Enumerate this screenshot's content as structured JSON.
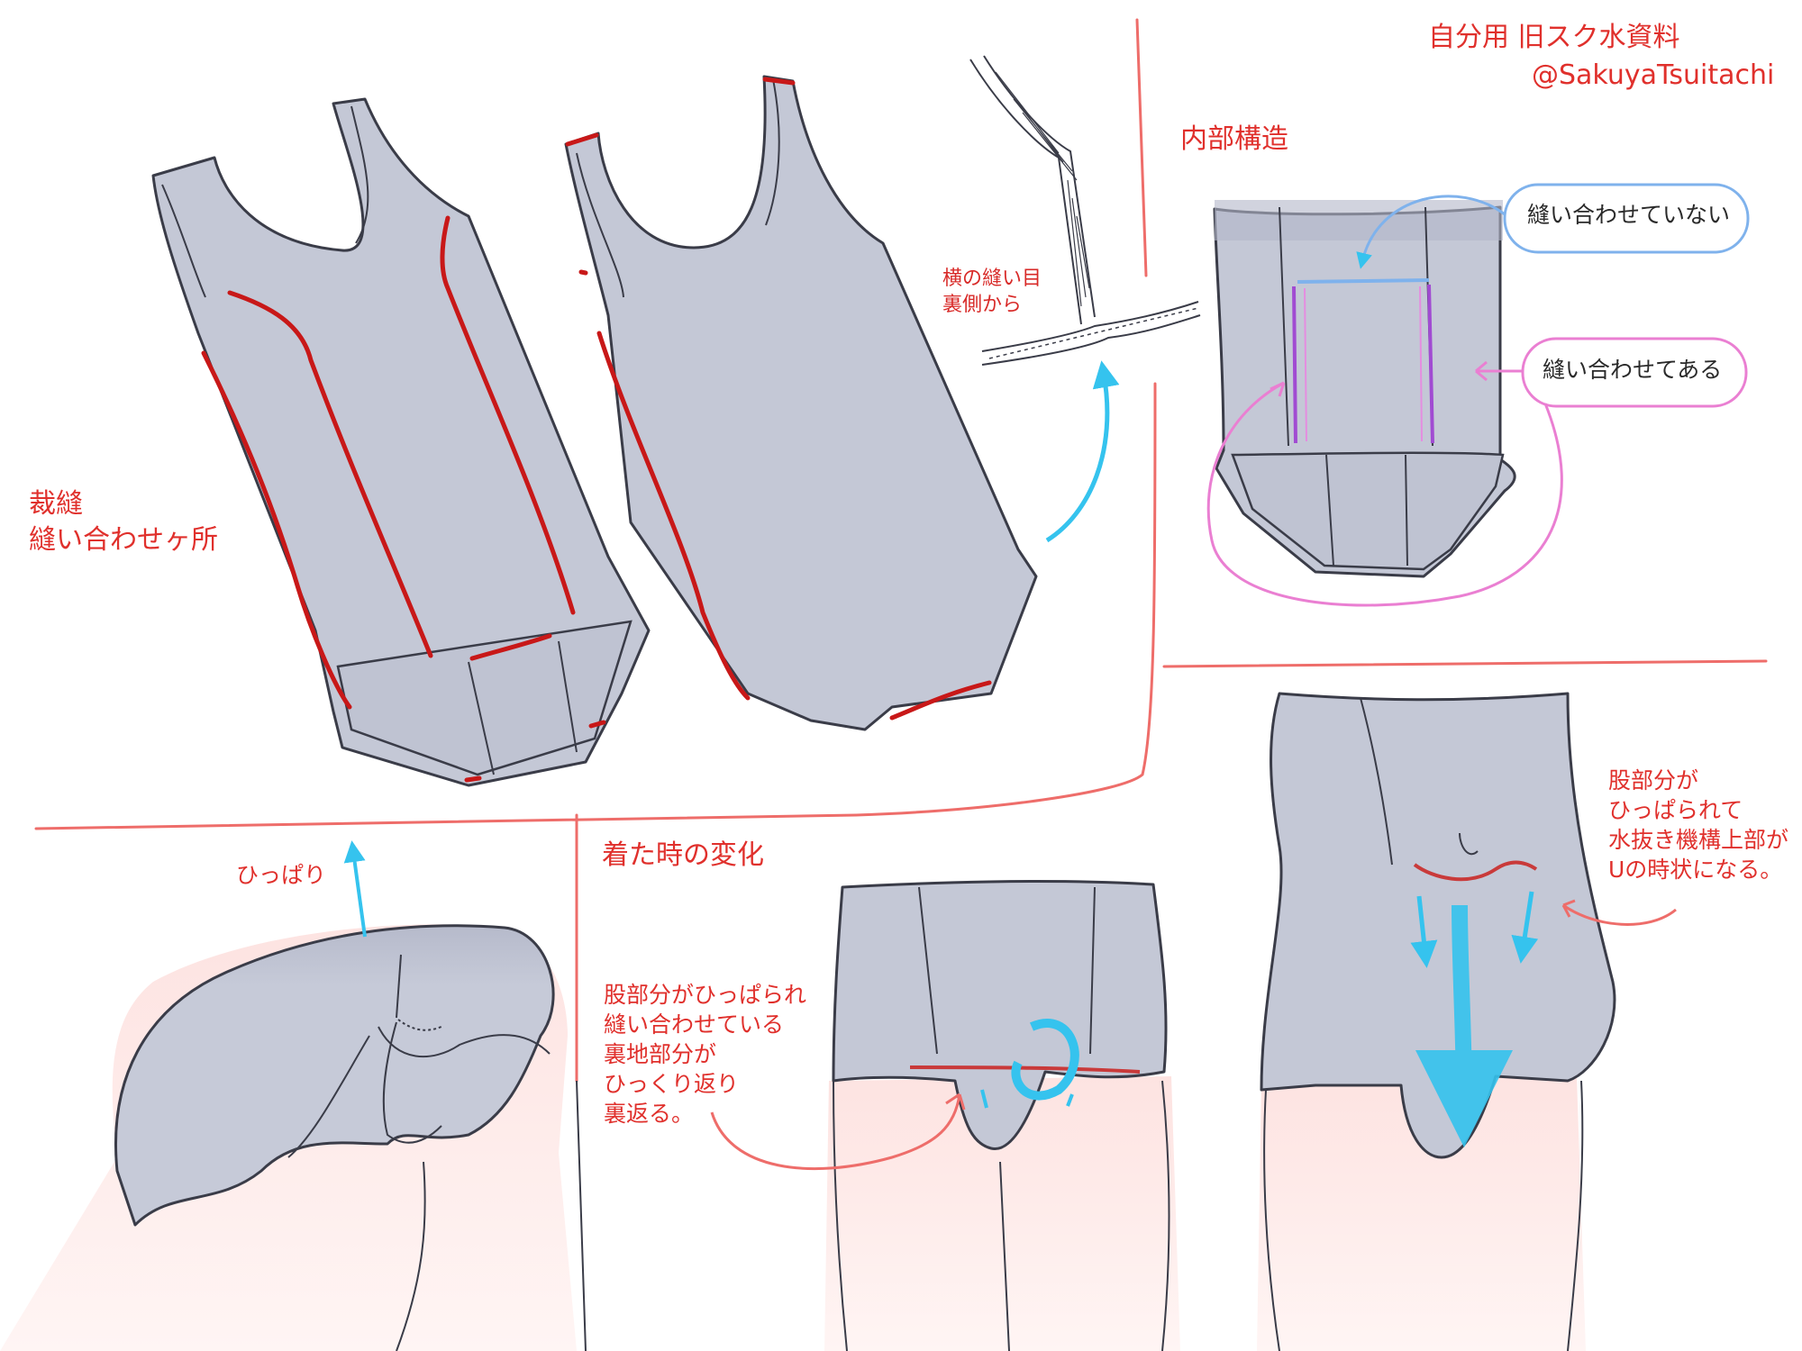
{
  "title": "自分用 旧スク水資料",
  "credit": "@SakuyaTsuitachi",
  "sections": {
    "seams": "裁縫\n縫い合わせヶ所",
    "side_seam": "横の縫い目\n裏側から",
    "internal": "内部構造",
    "not_sewn": "縫い合わせていない",
    "sewn": "縫い合わせてある",
    "pull": "ひっぱり",
    "worn_change": "着た時の変化",
    "crotch_flip": "股部分がひっぱられ\n縫い合わせている\n裏地部分が\nひっくり返り\n裏返る。",
    "crotch_u": "股部分が\nひっぱられて\n水抜き機構上部が\nUの時状になる。"
  },
  "colors": {
    "fabric": "#c4c8d6",
    "line": "#3a3c48",
    "seam": "#c81818",
    "divider": "#ee6d6a",
    "label": "#e0302c",
    "blue_note": "#7fb2ec",
    "pink_note": "#ea7fd2",
    "arrow": "#35c3ee",
    "skin": "#fde8e6"
  }
}
